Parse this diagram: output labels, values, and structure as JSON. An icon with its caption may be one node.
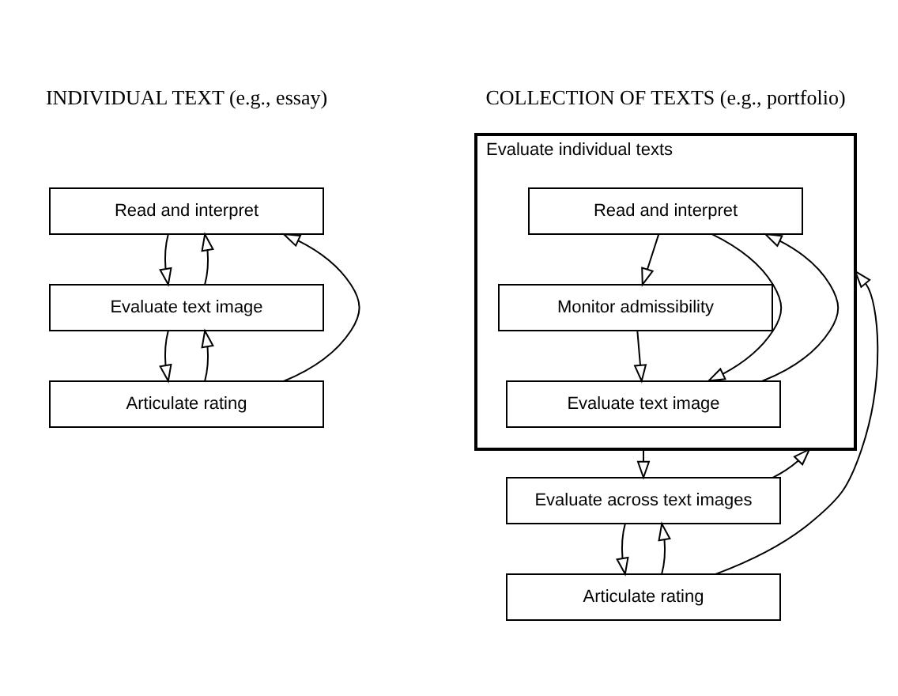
{
  "diagram": {
    "nodes": [
      {
        "text": [
          "Read and interpret"
        ]
      },
      {
        "text": [
          "Evaluate text image"
        ]
      },
      {
        "text": [
          "Articulate rating"
        ]
      },
      {
        "text": [
          "Evaluate individual texts"
        ]
      },
      {
        "text": [
          "Read and interpret"
        ],
        "in": 3
      },
      {
        "text": [
          "Monitor admissibility"
        ],
        "in": 3
      },
      {
        "text": [
          "Evaluate text image"
        ],
        "in": 3
      },
      {
        "text": [
          "Evaluate across text images"
        ]
      },
      {
        "text": [
          "Articulate rating"
        ]
      }
    ],
    "edges": [
      {
        "from": 0,
        "to": 1,
        "arrow": "to"
      },
      {
        "from": 1,
        "to": 2,
        "arrow": "to"
      },
      {
        "from": 1,
        "to": 0,
        "arrow": "to"
      },
      {
        "from": 2,
        "to": 0,
        "arrow": "to"
      },
      {
        "from": 2,
        "to": 1,
        "arrow": "to"
      },
      {
        "from": 4,
        "to": 5,
        "arrow": "to"
      },
      {
        "from": 5,
        "to": 6,
        "arrow": "to"
      },
      {
        "from": 6,
        "to": 4,
        "arrow": "to"
      },
      {
        "from": 4,
        "to": 6,
        "arrow": "to"
      },
      {
        "from": 3,
        "to": 7,
        "arrow": "to"
      },
      {
        "from": 7,
        "to": 8,
        "arrow": "to"
      },
      {
        "from": 7,
        "to": 3,
        "arrow": "to"
      },
      {
        "from": 8,
        "to": 3,
        "arrow": "to"
      },
      {
        "from": 8,
        "to": 7,
        "arrow": "to"
      }
    ],
    "labels": [
      "INDIVIDUAL TEXT (e.g., essay)",
      "COLLECTION OF TEXTS (e.g., portfolio)"
    ]
  }
}
